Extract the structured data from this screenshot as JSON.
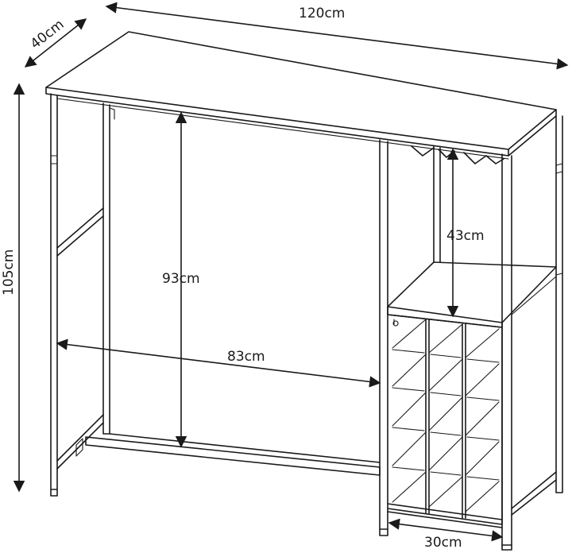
{
  "dimensions": {
    "width": "120cm",
    "depth": "40cm",
    "height": "105cm",
    "inner_height": "93cm",
    "inner_width": "83cm",
    "rack_width": "30cm",
    "shelf_height": "43cm"
  }
}
